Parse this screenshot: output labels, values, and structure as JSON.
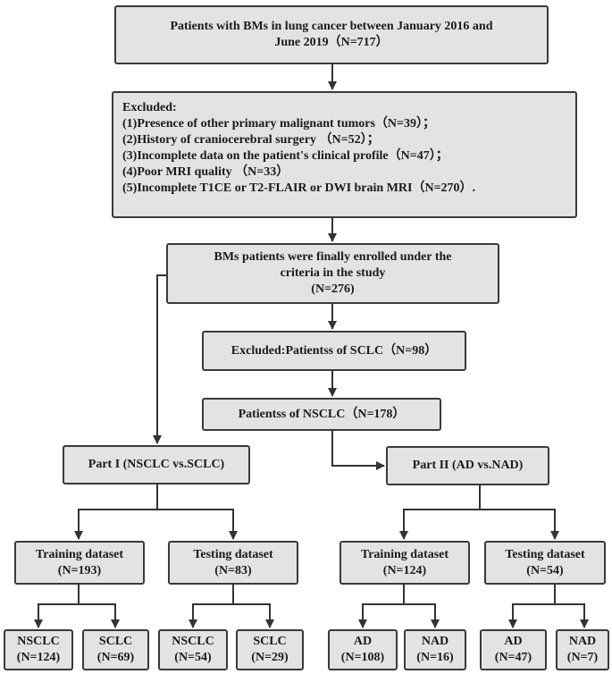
{
  "top": {
    "line1": "Patients with BMs in lung cancer between January 2016 and",
    "line2": "June 2019（N=717）"
  },
  "excluded1": {
    "header": "Excluded:",
    "items": [
      "(1)Presence of other primary malignant tumors（N=39）；",
      "(2)History of craniocerebral surgery （N=52）；",
      "(3)Incomplete data on the patient's clinical profile（N=47）；",
      "(4)Poor MRI quality （N=33）",
      "(5)Incomplete T1CE or  T2-FLAIR or DWI brain MRI（N=270）."
    ]
  },
  "enrolled": {
    "line1": "BMs patients were finally enrolled under the",
    "line2": "criteria in the study",
    "line3": "(N=276)"
  },
  "excluded2": {
    "label": "Excluded:Patientss of SCLC（N=98）"
  },
  "nsclc": {
    "label": "Patientss of NSCLC（N=178）"
  },
  "part1": {
    "label": "Part I (NSCLC vs.SCLC)",
    "training": {
      "label": "Training dataset",
      "count": "(N=193)",
      "left": {
        "label": "NSCLC",
        "count": "(N=124)"
      },
      "right": {
        "label": "SCLC",
        "count": "(N=69)"
      }
    },
    "testing": {
      "label": "Testing dataset",
      "count": "(N=83)",
      "left": {
        "label": "NSCLC",
        "count": "(N=54)"
      },
      "right": {
        "label": "SCLC",
        "count": "(N=29)"
      }
    }
  },
  "part2": {
    "label": "Part II (AD vs.NAD)",
    "training": {
      "label": "Training dataset",
      "count": "(N=124)",
      "left": {
        "label": "AD",
        "count": "(N=108)"
      },
      "right": {
        "label": "NAD",
        "count": "(N=16)"
      }
    },
    "testing": {
      "label": "Testing dataset",
      "count": "(N=54)",
      "left": {
        "label": "AD",
        "count": "(N=47)"
      },
      "right": {
        "label": "NAD",
        "count": "(N=7)"
      }
    }
  }
}
